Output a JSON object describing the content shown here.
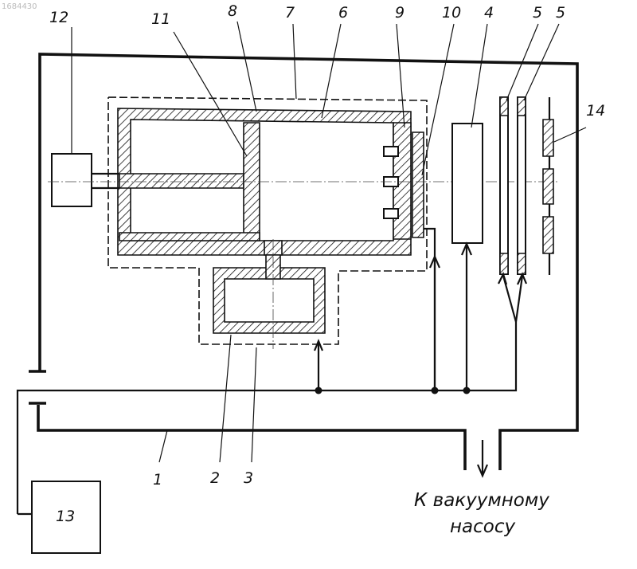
{
  "watermark": "1684430",
  "labels": {
    "l1": "1",
    "l2": "2",
    "l3": "3",
    "l4": "4",
    "l5a": "5",
    "l5b": "5",
    "l6": "6",
    "l7": "7",
    "l8": "8",
    "l9": "9",
    "l10": "10",
    "l11": "11",
    "l12": "12",
    "l13": "13",
    "l14": "14"
  },
  "caption": {
    "line1": "К вакуумному",
    "line2": "насосу"
  }
}
